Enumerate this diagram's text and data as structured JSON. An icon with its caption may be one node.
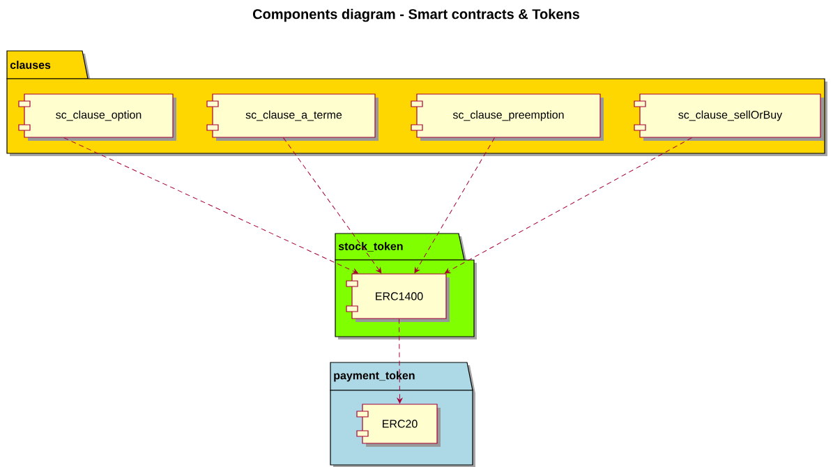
{
  "diagram": {
    "title": "Components diagram - Smart contracts & Tokens",
    "nodes": [
      {
        "text": [
          "clauses"
        ]
      },
      {
        "text": [
          "sc_clause_option"
        ],
        "in": 0
      },
      {
        "text": [
          "sc_clause_a_terme"
        ],
        "in": 0
      },
      {
        "text": [
          "sc_clause_preemption"
        ],
        "in": 0
      },
      {
        "text": [
          "sc_clause_sellOrBuy"
        ],
        "in": 0
      },
      {
        "text": [
          "stock_token"
        ]
      },
      {
        "text": [
          "ERC1400"
        ],
        "in": 5
      },
      {
        "text": [
          "payment_token"
        ]
      },
      {
        "text": [
          "ERC20"
        ],
        "in": 7
      }
    ],
    "edges": [
      {
        "from": 1,
        "to": 6,
        "arrow": "to",
        "style": "dashed"
      },
      {
        "from": 2,
        "to": 6,
        "arrow": "to",
        "style": "dashed"
      },
      {
        "from": 3,
        "to": 6,
        "arrow": "to",
        "style": "dashed"
      },
      {
        "from": 4,
        "to": 6,
        "arrow": "to",
        "style": "dashed"
      },
      {
        "from": 6,
        "to": 8,
        "arrow": "to",
        "style": "dashed"
      }
    ]
  }
}
